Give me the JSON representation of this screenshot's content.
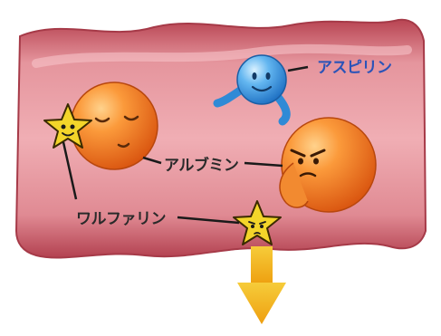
{
  "labels": {
    "aspirin": "アスピリン",
    "albumin": "アルブミン",
    "warfarin": "ワルファリン"
  },
  "characters": [
    {
      "name": "albumin-sleeping",
      "mood": "calm, eyes closed"
    },
    {
      "name": "albumin-angry",
      "mood": "frowning"
    },
    {
      "name": "aspirin",
      "mood": "smiling"
    },
    {
      "name": "warfarin-bound",
      "mood": "smiling"
    },
    {
      "name": "warfarin-released",
      "mood": "worried"
    }
  ],
  "colors": {
    "vessel_wall": "#c44f5c",
    "vessel_inner": "#e8909a",
    "albumin": "#f07a22",
    "aspirin": "#4aa6e6",
    "star": "#f3d52a",
    "arrow": "#f2b81c",
    "label_text": "#2a2a2a",
    "aspirin_label": "#2a53b8"
  }
}
